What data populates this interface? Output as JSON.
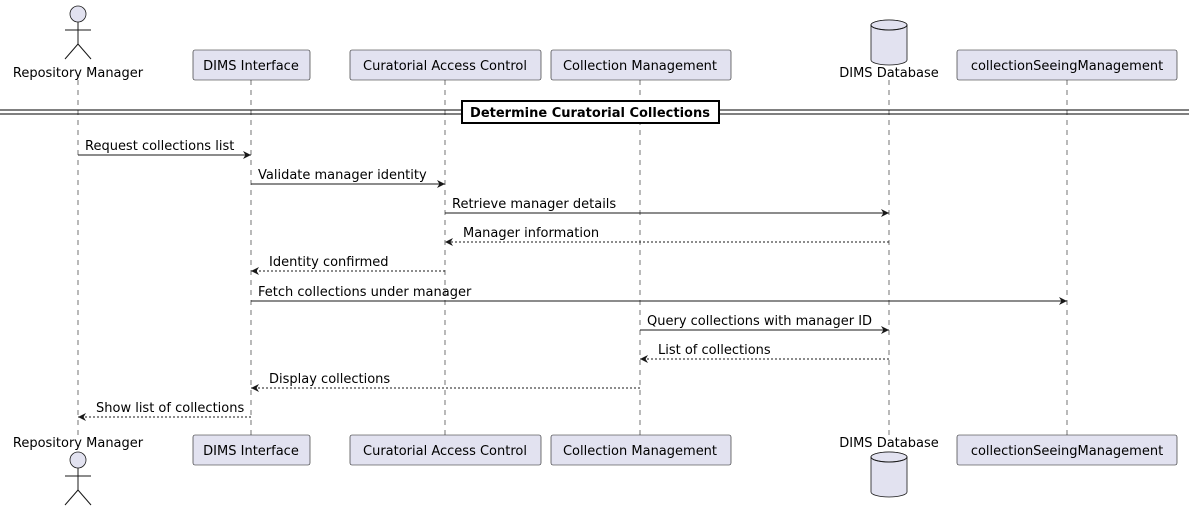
{
  "participants": [
    {
      "id": "repo",
      "label": "Repository Manager",
      "kind": "actor"
    },
    {
      "id": "ui",
      "label": "DIMS Interface",
      "kind": "participant"
    },
    {
      "id": "cac",
      "label": "Curatorial Access Control",
      "kind": "participant"
    },
    {
      "id": "cm",
      "label": "Collection Management",
      "kind": "participant"
    },
    {
      "id": "db",
      "label": "DIMS Database",
      "kind": "database"
    },
    {
      "id": "csm",
      "label": "collectionSeeingManagement",
      "kind": "participant"
    }
  ],
  "divider": "Determine Curatorial Collections",
  "messages": [
    {
      "from": "repo",
      "to": "ui",
      "label": "Request collections list",
      "reply": false
    },
    {
      "from": "ui",
      "to": "cac",
      "label": "Validate manager identity",
      "reply": false
    },
    {
      "from": "cac",
      "to": "db",
      "label": "Retrieve manager details",
      "reply": false
    },
    {
      "from": "db",
      "to": "cac",
      "label": "Manager information",
      "reply": true
    },
    {
      "from": "cac",
      "to": "ui",
      "label": "Identity confirmed",
      "reply": true
    },
    {
      "from": "ui",
      "to": "csm",
      "label": "Fetch collections under manager",
      "reply": false
    },
    {
      "from": "cm",
      "to": "db",
      "label": "Query collections with manager ID",
      "reply": false
    },
    {
      "from": "db",
      "to": "cm",
      "label": "List of collections",
      "reply": true
    },
    {
      "from": "cm",
      "to": "ui",
      "label": "Display collections",
      "reply": true
    },
    {
      "from": "ui",
      "to": "repo",
      "label": "Show list of collections",
      "reply": true
    }
  ]
}
